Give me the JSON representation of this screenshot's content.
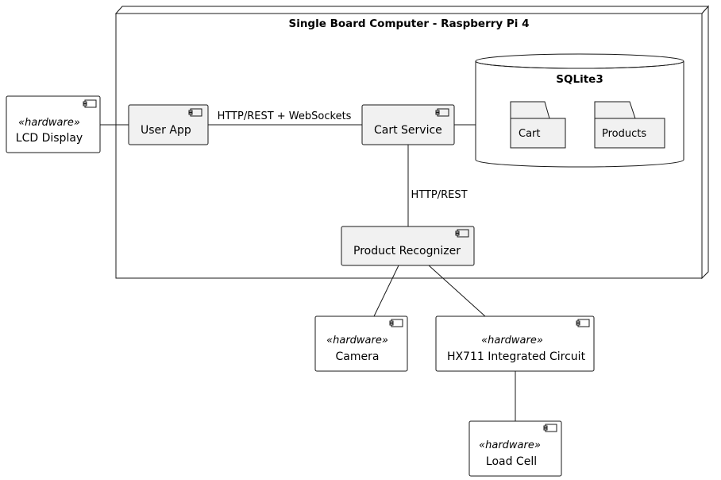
{
  "node": {
    "title": "Single Board Computer - Raspberry Pi 4"
  },
  "database": {
    "title": "SQLite3",
    "tables": [
      {
        "label": "Cart"
      },
      {
        "label": "Products"
      }
    ]
  },
  "components": {
    "user_app": {
      "label": "User App"
    },
    "cart_service": {
      "label": "Cart Service"
    },
    "product_recognizer": {
      "label": "Product Recognizer"
    }
  },
  "hardware": {
    "stereotype": "«hardware»",
    "lcd_display": {
      "label": "LCD Display"
    },
    "camera": {
      "label": "Camera"
    },
    "hx711": {
      "label": "HX711 Integrated Circuit"
    },
    "load_cell": {
      "label": "Load Cell"
    }
  },
  "links": {
    "user_app_to_cart": "HTTP/REST + WebSockets",
    "cart_to_recognizer": "HTTP/REST"
  },
  "colors": {
    "fill": "#f1f1f1",
    "stroke": "#181818",
    "background": "#ffffff"
  }
}
